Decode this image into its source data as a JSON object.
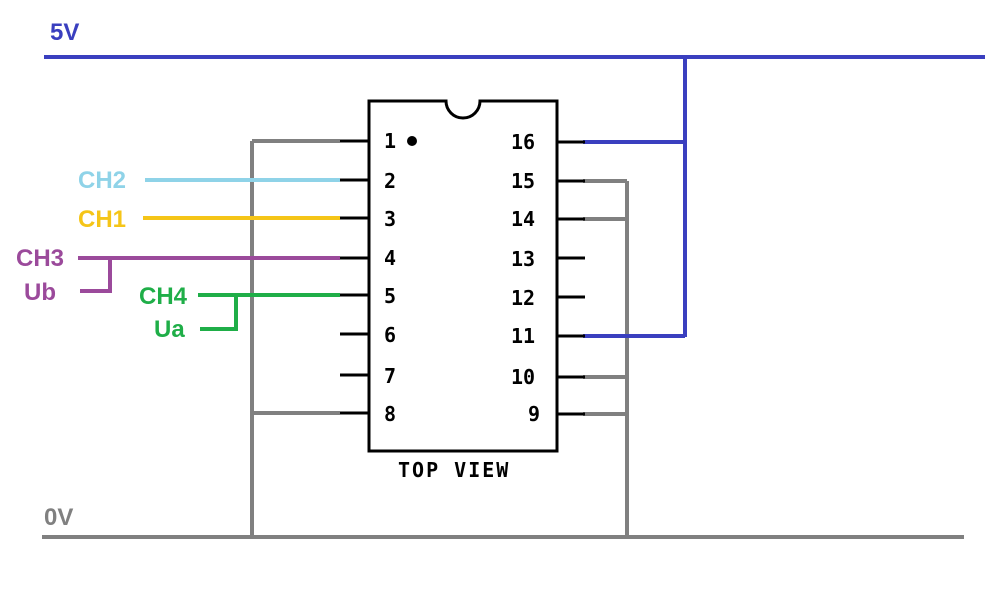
{
  "rails": {
    "vcc_label": "5V",
    "gnd_label": "0V"
  },
  "chip": {
    "caption": "TOP VIEW",
    "left_pins": [
      "1",
      "2",
      "3",
      "4",
      "5",
      "6",
      "7",
      "8"
    ],
    "right_pins": [
      "16",
      "15",
      "14",
      "13",
      "12",
      "11",
      "10",
      "9"
    ]
  },
  "signals": {
    "ch2": "CH2",
    "ch1": "CH1",
    "ch3": "CH3",
    "ub": "Ub",
    "ch4": "CH4",
    "ua": "Ua"
  },
  "colors": {
    "vcc": "#3a3fbf",
    "gnd": "#808080",
    "ch2": "#8fd3e8",
    "ch1": "#f5c518",
    "ch3": "#9b4a9b",
    "ch4": "#1fae48",
    "pin_line": "#000000"
  }
}
